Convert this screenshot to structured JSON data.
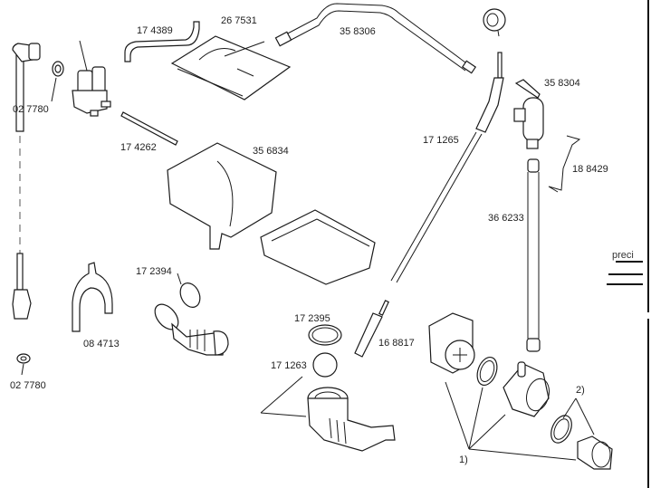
{
  "diagram": {
    "title": "Washing machine hydraulic parts exploded view",
    "parts": [
      {
        "id": "valve",
        "label": "02 7780",
        "part": "washer",
        "position_hint": "top-left"
      },
      {
        "id": "hose_top",
        "label": "17 4389",
        "part": "hose"
      },
      {
        "id": "lid",
        "label": "26 7531",
        "part": "dispenser lid"
      },
      {
        "id": "long_hose",
        "label": "35 8306",
        "part": "long hose"
      },
      {
        "id": "pressure_switch_hose",
        "label": "35 8304",
        "part": "air chamber"
      },
      {
        "id": "short_tube",
        "label": "17 4262",
        "part": "tube"
      },
      {
        "id": "dispenser",
        "label": "35 6834",
        "part": "detergent dispenser"
      },
      {
        "id": "pressure_hose",
        "label": "17 1265",
        "part": "pressure hose"
      },
      {
        "id": "small_hose",
        "label": "18 8429",
        "part": "small hose"
      },
      {
        "id": "drain_tube",
        "label": "36 6233",
        "part": "drain tube"
      },
      {
        "id": "seal_ring1",
        "label": "17 2394",
        "part": "seal ring"
      },
      {
        "id": "y_pipe",
        "label": "08 4713",
        "part": "Y pipe"
      },
      {
        "id": "washer_bottom",
        "label": "02 7780",
        "part": "washer"
      },
      {
        "id": "seal_ring2",
        "label": "17 2395",
        "part": "seal ring"
      },
      {
        "id": "heater_sensor",
        "label": "16 8817",
        "part": "NTC sensor"
      },
      {
        "id": "ball",
        "label": "17 1263",
        "part": "ball / sump hose"
      },
      {
        "id": "pump_group",
        "label": "1)",
        "part": "drain pump assembly"
      },
      {
        "id": "filter_group",
        "label": "2)",
        "part": "filter assembly"
      }
    ],
    "legend_fragment": "preci"
  }
}
